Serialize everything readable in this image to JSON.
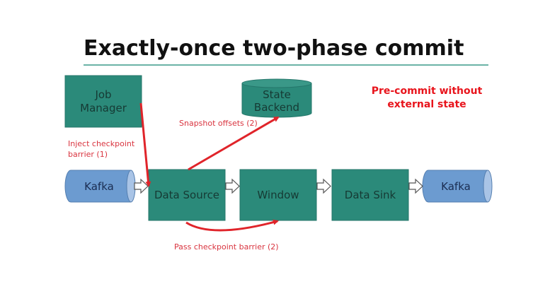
{
  "slide": {
    "title": "Exactly-once two-phase commit",
    "note_line1": "Pre-commit without",
    "note_line2": "external state"
  },
  "nodes": {
    "job_manager_line1": "Job",
    "job_manager_line2": "Manager",
    "state_backend_line1": "State",
    "state_backend_line2": "Backend",
    "kafka_source": "Kafka",
    "data_source": "Data Source",
    "window": "Window",
    "data_sink": "Data Sink",
    "kafka_sink": "Kafka"
  },
  "edges": {
    "inject_line1": "Inject checkpoint",
    "inject_line2": "barrier (1)",
    "snapshot": "Snapshot offsets (2)",
    "pass": "Pass checkpoint barrier (2)"
  },
  "colors": {
    "operator": "#2b8a7a",
    "kafka": "#6c9bd0",
    "accent": "#e0242a"
  }
}
